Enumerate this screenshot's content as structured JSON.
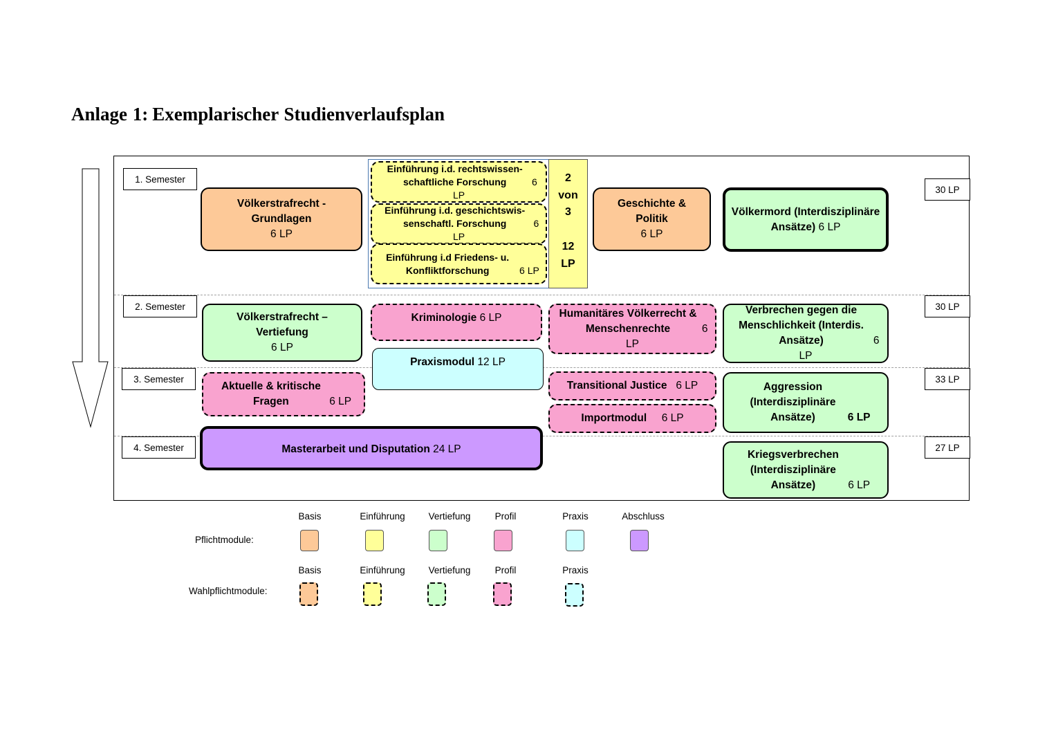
{
  "title": {
    "prefix": "Anlage 1:",
    "text": "Exemplarischer Studienverlaufsplan"
  },
  "semesters": [
    {
      "label": "1. Semester",
      "lp": "30 LP"
    },
    {
      "label": "2. Semester",
      "lp": "30 LP"
    },
    {
      "label": "3. Semester",
      "lp": "33 LP"
    },
    {
      "label": "4. Semester",
      "lp": "27 LP"
    }
  ],
  "modules": {
    "voelkerstrafrecht_grundlagen": {
      "name": "Völkerstrafrecht - Grundlagen",
      "lp": "6 LP",
      "category": "Basis",
      "type": "Pflicht"
    },
    "einf_rechtswiss": {
      "name": "Einführung i.d. rechtswissen-schaftliche Forschung",
      "lp": "6 LP",
      "category": "Einführung",
      "type": "Wahlpflicht"
    },
    "einf_geschichtswiss": {
      "name": "Einführung i.d. geschichtswis-senschaftl.  Forschung",
      "lp": "6 LP",
      "category": "Einführung",
      "type": "Wahlpflicht"
    },
    "einf_friedens": {
      "name": "Einführung i.d Friedens- u. Konfliktforschung",
      "lp": "6 LP",
      "category": "Einführung",
      "type": "Wahlpflicht"
    },
    "geschichte_politik": {
      "name": "Geschichte & Politik",
      "lp": "6 LP",
      "category": "Basis",
      "type": "Pflicht"
    },
    "voelkermord": {
      "name": "Völkermord (Interdisziplinäre Ansätze)",
      "lp": "6 LP",
      "category": "Vertiefung",
      "type": "Pflicht"
    },
    "voelkerstrafrecht_vertiefung": {
      "name": "Völkerstrafrecht – Vertiefung",
      "lp": "6 LP",
      "category": "Vertiefung",
      "type": "Pflicht"
    },
    "kriminologie": {
      "name": "Kriminologie",
      "lp": "6 LP",
      "category": "Profil",
      "type": "Wahlpflicht"
    },
    "humanitaeres": {
      "name": "Humanitäres Völkerrecht & Menschenrechte",
      "lp": "6 LP",
      "category": "Profil",
      "type": "Wahlpflicht"
    },
    "verbrechen_menschlichkeit": {
      "name": "Verbrechen gegen die Menschlichkeit (Interdis. Ansätze)",
      "lp": "6 LP",
      "category": "Vertiefung",
      "type": "Pflicht"
    },
    "praxismodul": {
      "name": "Praxismodul",
      "lp": "12 LP",
      "category": "Praxis",
      "type": "Pflicht"
    },
    "aktuelle_fragen": {
      "name": "Aktuelle & kritische Fragen",
      "lp": "6 LP",
      "category": "Profil",
      "type": "Wahlpflicht"
    },
    "transitional_justice": {
      "name": "Transitional Justice",
      "lp": "6 LP",
      "category": "Profil",
      "type": "Wahlpflicht"
    },
    "importmodul": {
      "name": "Importmodul",
      "lp": "6 LP",
      "category": "Profil",
      "type": "Wahlpflicht"
    },
    "aggression": {
      "name": "Aggression (Interdisziplinäre Ansätze)",
      "lp": "6 LP",
      "category": "Vertiefung",
      "type": "Pflicht"
    },
    "masterarbeit": {
      "name": "Masterarbeit und Disputation",
      "lp": "24 LP",
      "category": "Abschluss",
      "type": "Pflicht"
    },
    "kriegsverbrechen": {
      "name": "Kriegsverbrechen (Interdisziplinäre Ansätze)",
      "lp": "6 LP",
      "category": "Vertiefung",
      "type": "Pflicht"
    }
  },
  "choice": {
    "count": "2",
    "von": "von",
    "of": "3",
    "lp": "12",
    "lp_unit": "LP"
  },
  "legend": {
    "pflicht_label": "Pflichtmodule:",
    "wahlpflicht_label": "Wahlpflichtmodule:",
    "pflicht_categories": [
      "Basis",
      "Einführung",
      "Vertiefung",
      "Profil",
      "Praxis",
      "Abschluss"
    ],
    "wahlpflicht_categories": [
      "Basis",
      "Einführung",
      "Vertiefung",
      "Profil",
      "Praxis"
    ]
  },
  "colors": {
    "Basis": "#fdc998",
    "Einführung": "#ffff99",
    "Vertiefung": "#ccffcc",
    "Profil": "#f9a3cf",
    "Praxis": "#ccffff",
    "Abschluss": "#cc99ff"
  }
}
